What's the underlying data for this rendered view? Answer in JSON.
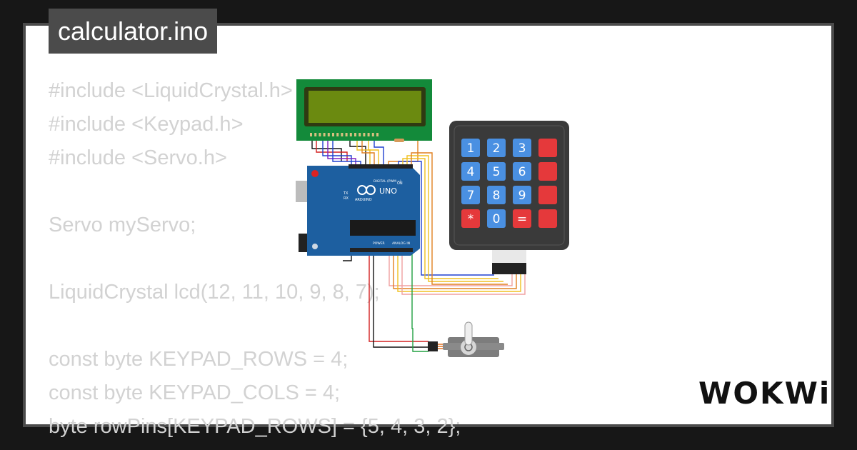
{
  "project": {
    "title": "calculator.ino"
  },
  "code": {
    "lines": [
      "#include <LiquidCrystal.h>",
      "#include <Keypad.h>",
      "#include <Servo.h>",
      "",
      "Servo myServo;",
      "",
      "LiquidCrystal lcd(12, 11, 10, 9, 8, 7);",
      "",
      "const byte KEYPAD_ROWS = 4;",
      "const byte KEYPAD_COLS = 4;",
      "byte rowPins[KEYPAD_ROWS] = {5, 4, 3, 2};"
    ]
  },
  "keypad": {
    "keys": [
      "1",
      "2",
      "3",
      "",
      "4",
      "5",
      "6",
      "",
      "7",
      "8",
      "9",
      "",
      "*",
      "0",
      "=",
      ""
    ],
    "colors": {
      "blue": "#4a90e2",
      "red": "#e5393b",
      "body": "#3a3a3a"
    }
  },
  "arduino": {
    "board_name": "UNO",
    "brand": "ARDUINO",
    "header_labels": {
      "digital": "DIGITAL (PWM ~)",
      "power": "POWER",
      "analog": "ANALOG IN",
      "on": "ON",
      "tx": "TX",
      "rx": "RX"
    },
    "color": "#1d5fa0"
  },
  "lcd": {
    "screen_color": "#6b8a10",
    "pcb_color": "#138a3a"
  },
  "wire_colors": [
    "#111111",
    "#d32020",
    "#2040d0",
    "#8020c0",
    "#f0c020",
    "#e08020",
    "#20a040",
    "#f0a0a0"
  ],
  "logo": {
    "text": "WOKWi"
  }
}
